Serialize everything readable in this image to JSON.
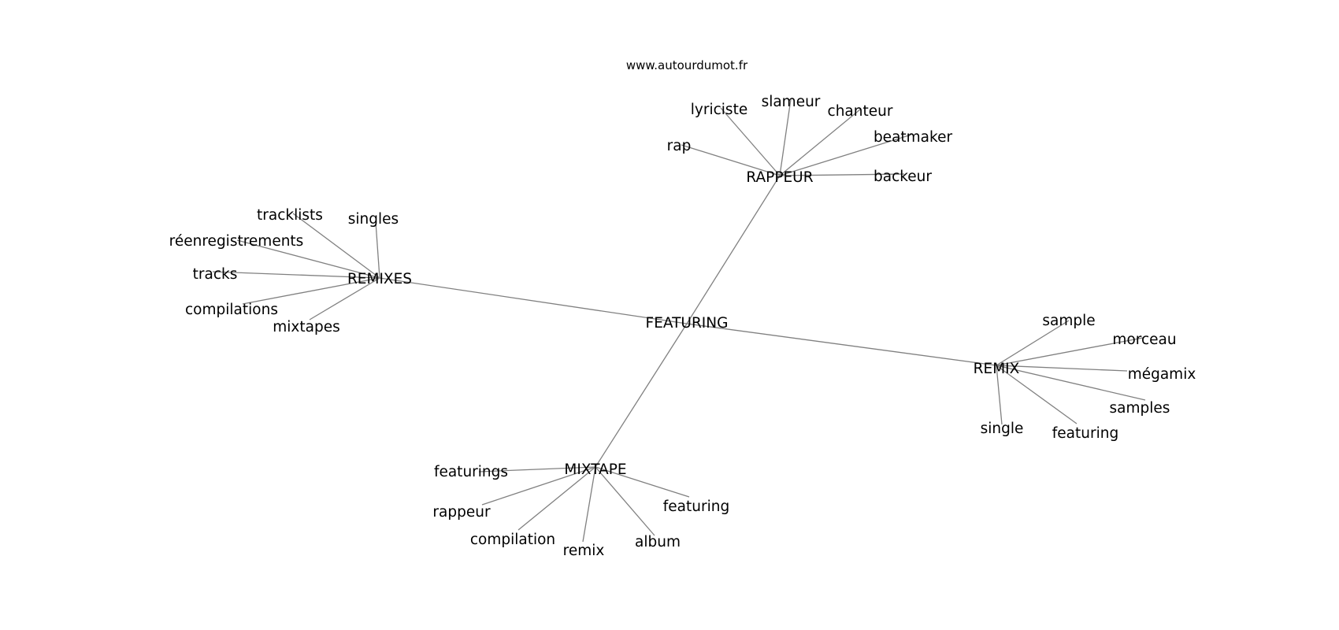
{
  "source": "www.autourdumot.fr",
  "center": "FEATURING",
  "hubs": [
    {
      "label": "RAPPEUR",
      "words": [
        "rap",
        "lyriciste",
        "slameur",
        "chanteur",
        "beatmaker",
        "backeur"
      ]
    },
    {
      "label": "REMIXES",
      "words": [
        "tracklists",
        "singles",
        "réenregistrements",
        "tracks",
        "compilations",
        "mixtapes"
      ]
    },
    {
      "label": "REMIX",
      "words": [
        "sample",
        "morceau",
        "mégamix",
        "samples",
        "featuring",
        "single"
      ]
    },
    {
      "label": "MIXTAPE",
      "words": [
        "featurings",
        "rappeur",
        "compilation",
        "remix",
        "album",
        "featuring"
      ]
    }
  ]
}
